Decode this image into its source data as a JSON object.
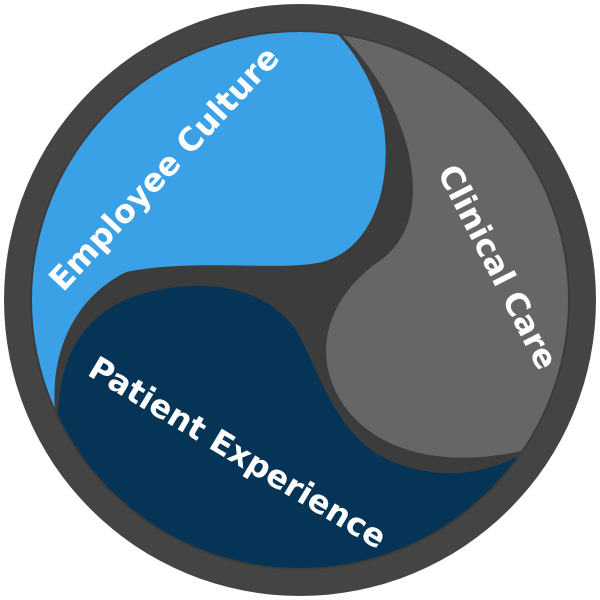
{
  "diagram": {
    "segments": [
      {
        "label": "Employee Culture",
        "color": "#3BA1E6"
      },
      {
        "label": "Clinical Care",
        "color": "#666666"
      },
      {
        "label": "Patient Experience",
        "color": "#053456"
      }
    ],
    "ring_color": "#444444",
    "divider_color": "#3c3c3c"
  }
}
